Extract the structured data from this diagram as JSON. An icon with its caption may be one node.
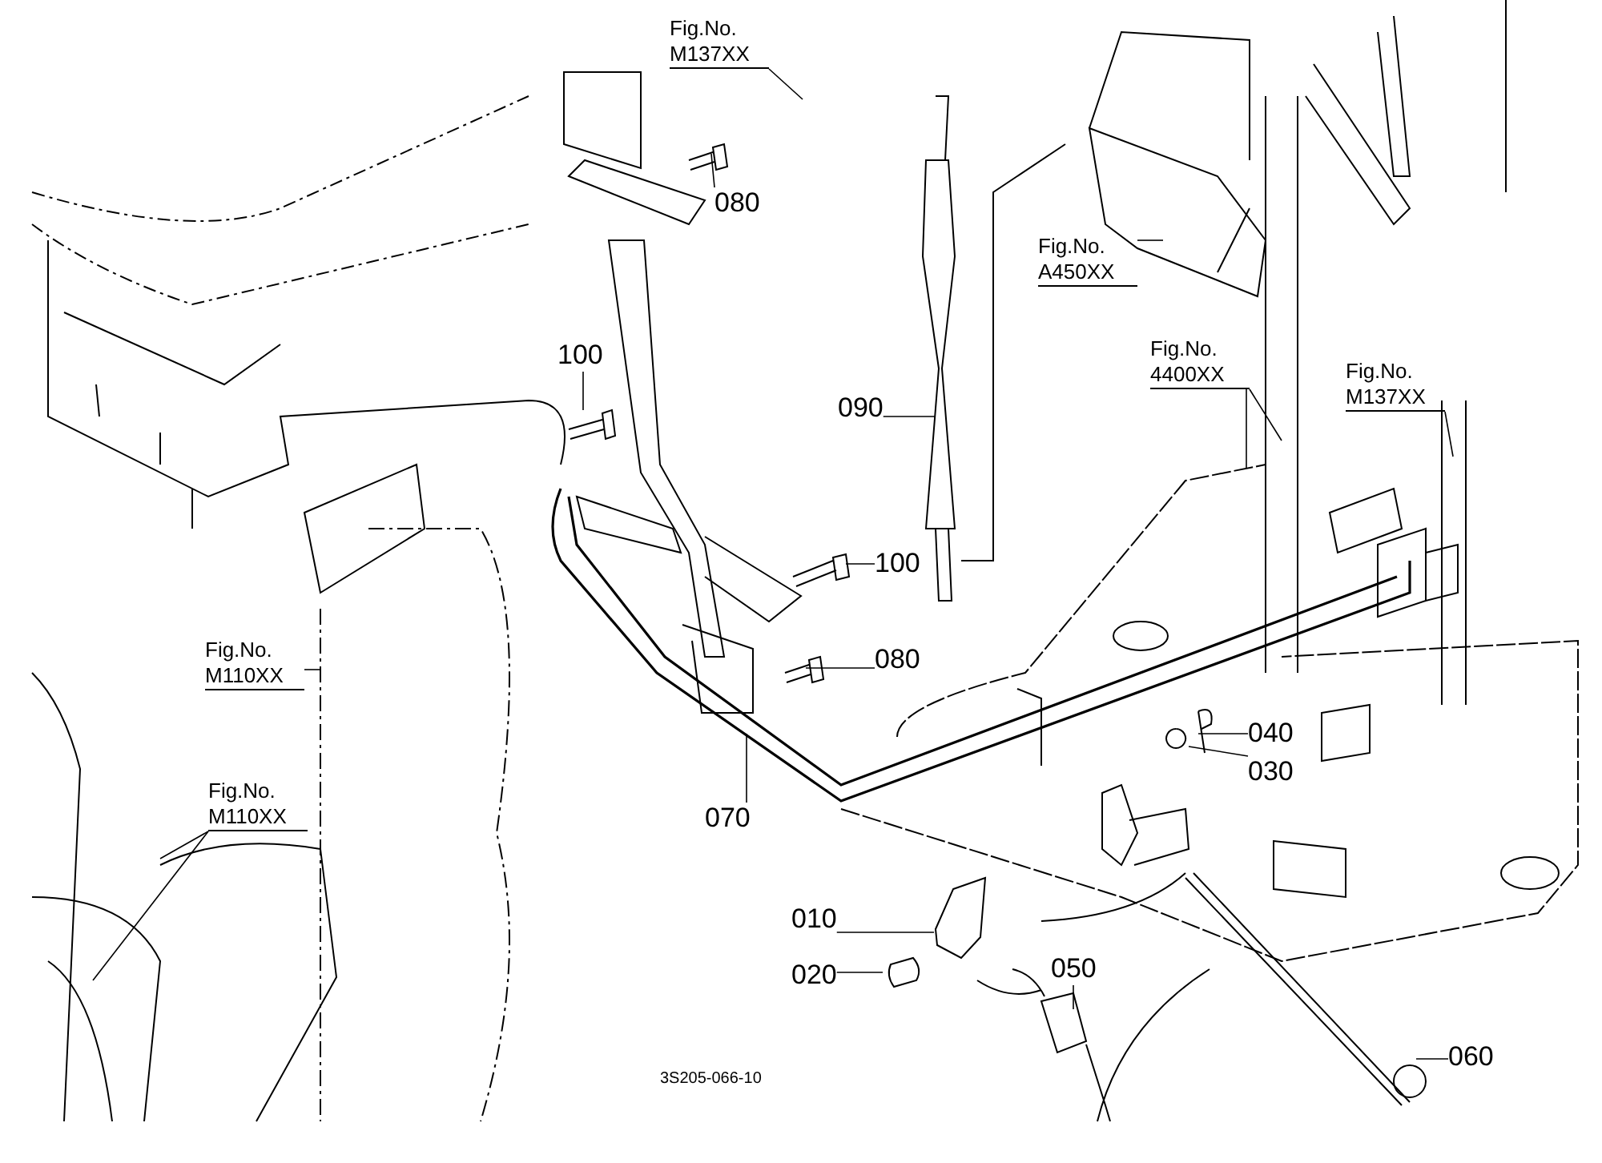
{
  "diagram": {
    "nodes": [
      {
        "text": [
          "Fig.No. M137XX"
        ]
      },
      {
        "text": [
          "080"
        ]
      },
      {
        "text": [
          "100"
        ]
      },
      {
        "text": [
          "090"
        ]
      },
      {
        "text": [
          "Fig.No. A450XX"
        ]
      },
      {
        "text": [
          "Fig.No. 4400XX"
        ]
      },
      {
        "text": [
          "Fig.No. M137XX"
        ]
      },
      {
        "text": [
          "100"
        ]
      },
      {
        "text": [
          "080"
        ]
      },
      {
        "text": [
          "Fig.No. M110XX"
        ]
      },
      {
        "text": [
          "070"
        ]
      },
      {
        "text": [
          "040"
        ]
      },
      {
        "text": [
          "030"
        ]
      },
      {
        "text": [
          "Fig.No. M110XX"
        ]
      },
      {
        "text": [
          "010"
        ]
      },
      {
        "text": [
          "020"
        ]
      },
      {
        "text": [
          "050"
        ]
      },
      {
        "text": [
          "060"
        ]
      }
    ],
    "edges": [
      {
        "from": 0,
        "to": null,
        "arrow": "none"
      },
      {
        "from": 1,
        "to": null,
        "arrow": "none"
      },
      {
        "from": 2,
        "to": null,
        "arrow": "none"
      },
      {
        "from": 3,
        "to": null,
        "arrow": "none"
      },
      {
        "from": 4,
        "to": null,
        "arrow": "none"
      },
      {
        "from": 5,
        "to": null,
        "arrow": "none"
      },
      {
        "from": 5,
        "to": null,
        "arrow": "none"
      },
      {
        "from": 6,
        "to": null,
        "arrow": "none"
      },
      {
        "from": 7,
        "to": null,
        "arrow": "none"
      },
      {
        "from": 8,
        "to": null,
        "arrow": "none"
      },
      {
        "from": 9,
        "to": null,
        "arrow": "none"
      },
      {
        "from": 10,
        "to": null,
        "arrow": "none"
      },
      {
        "from": 11,
        "to": null,
        "arrow": "none"
      },
      {
        "from": 12,
        "to": null,
        "arrow": "none"
      },
      {
        "from": 13,
        "to": null,
        "arrow": "none"
      },
      {
        "from": 13,
        "to": null,
        "arrow": "none"
      },
      {
        "from": 14,
        "to": null,
        "arrow": "none"
      },
      {
        "from": 15,
        "to": null,
        "arrow": "none"
      },
      {
        "from": 16,
        "to": null,
        "arrow": "none"
      },
      {
        "from": 17,
        "to": null,
        "arrow": "none"
      }
    ],
    "labels": [
      "3S205-066-10"
    ]
  }
}
